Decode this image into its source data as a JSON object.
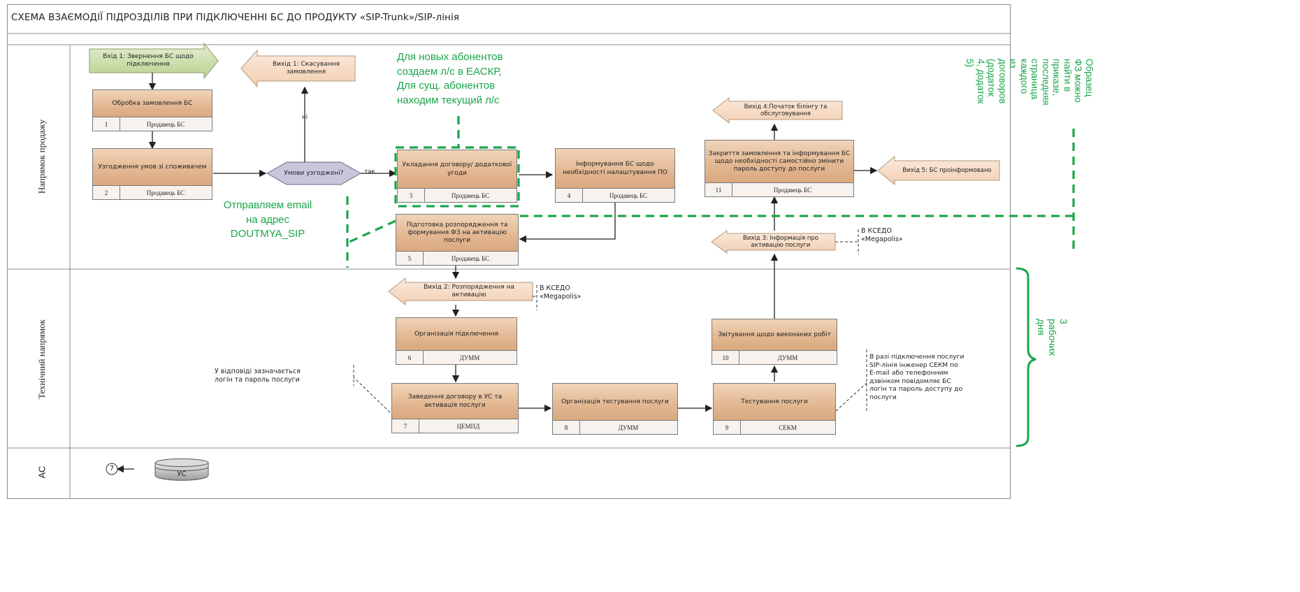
{
  "title": "СХЕМА ВЗАЄМОДІЇ ПІДРОЗДІЛІВ ПРИ ПІДКЛЮЧЕННІ БС ДО ПРОДУКТУ «SIP-Trunk»/SIP-лінія",
  "lanes": {
    "sales": "Напрямок продажу",
    "tech": "Технічний напрямок",
    "as": "АС"
  },
  "processes": {
    "p1": {
      "label": "Обробка замовлення БС",
      "num": "1",
      "role": "Продавець БС"
    },
    "p2": {
      "label": "Узгодження умов зі споживачем",
      "num": "2",
      "role": "Продавець БС"
    },
    "p3": {
      "label": "Укладання договору/ додаткової угоди",
      "num": "3",
      "role": "Продавець БС"
    },
    "p4": {
      "label": "Інформування БС щодо необхідності налаштування ПО",
      "num": "4",
      "role": "Продавець БС"
    },
    "p5": {
      "label": "Підготовка розпорядження та формування ФЗ на активацію послуги",
      "num": "5",
      "role": "Продавець БС"
    },
    "p6": {
      "label": "Організація підключення",
      "num": "6",
      "role": "ДУММ"
    },
    "p7": {
      "label": "Заведення договору в УС та активація послуги",
      "num": "7",
      "role": "ЦЕМПД"
    },
    "p8": {
      "label": "Організація тестування послуги",
      "num": "8",
      "role": "ДУММ"
    },
    "p9": {
      "label": "Тестування послуги",
      "num": "9",
      "role": "СЕКМ"
    },
    "p10": {
      "label": "Звітування щодо виконаних робіт",
      "num": "10",
      "role": "ДУММ"
    },
    "p11": {
      "label": "Закриття замовлення та інформування БС щодо необхідності самостійно змінити пароль доступу до послуги",
      "num": "11",
      "role": "Продавець БС"
    }
  },
  "io": {
    "in1": "Вхід 1: Звернення БС щодо підключення",
    "out1": "Вихід 1: Скасування замовлення",
    "out2": "Вихід 2: Розпорядження на активацію",
    "out3": "Вихід 3: Інформація про активацію послуги",
    "out4": "Вихід 4:Початок білінгу та обслуговування",
    "out5": "Вихід 5: БС проінформовано"
  },
  "decision": {
    "label": "Умови узгоджені?",
    "yes": "так",
    "no": "ні"
  },
  "notes": {
    "ksedo_1": "В КСЕДО\n«Megapolis»",
    "ksedo_2": "В КСЕДО\n«Megapolis»",
    "login": "У відповіді зазначається\nлогін та пароль послуги",
    "sip": "В разі підключення послуги\nSIP-лінія інженер СЕКМ по\nE-mail або телефонним\nдзвінком повідомляє БС\nлогін та пароль доступу до\nпослуги"
  },
  "as": {
    "db": "УС",
    "ref": "7"
  },
  "annotations": {
    "new_abonents": "Для новых абонентов\nсоздаем л/с в ЕАСКР,\nДля сущ. абонентов\nнаходим текущий л/с",
    "email": "Отправляем email\nна адрес\nDOUTMYA_SIP",
    "sample": "Образец ФЗ можно найти в\nприказе, последняя страница\nкаждого из договоров (додаток\n4, додаток 5)",
    "days": "3 рабочих дня"
  },
  "colors": {
    "accent": "#1aa64a",
    "process": "#e2b690",
    "io_arrow": "#f6dcc6",
    "input_arrow": "#cfe0b0",
    "decision": "#c9c6dc"
  }
}
